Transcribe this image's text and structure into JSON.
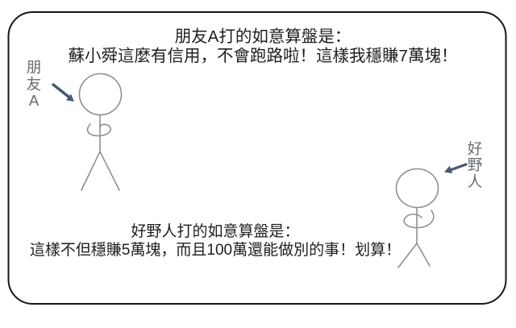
{
  "scene": {
    "top_caption": {
      "line1": "朋友A打的如意算盤是：",
      "line2": "蘇小舜這麼有信用，不會跑路啦！這樣我穩賺7萬塊！"
    },
    "bottom_caption": {
      "line1": "好野人打的如意算盤是：",
      "line2": "這樣不但穩賺5萬塊，而且100萬還能做別的事！划算！"
    },
    "labels": {
      "friend_a": {
        "chars": [
          "朋",
          "友",
          "A"
        ]
      },
      "rich_man": {
        "chars": [
          "好",
          "野",
          "人"
        ]
      }
    },
    "colors": {
      "ink": "#1e1e1e",
      "figure_stroke": "#8b9097",
      "label_text": "#666b72",
      "arrow": "#47586b",
      "border": "#161616",
      "background": "#ffffff"
    }
  }
}
